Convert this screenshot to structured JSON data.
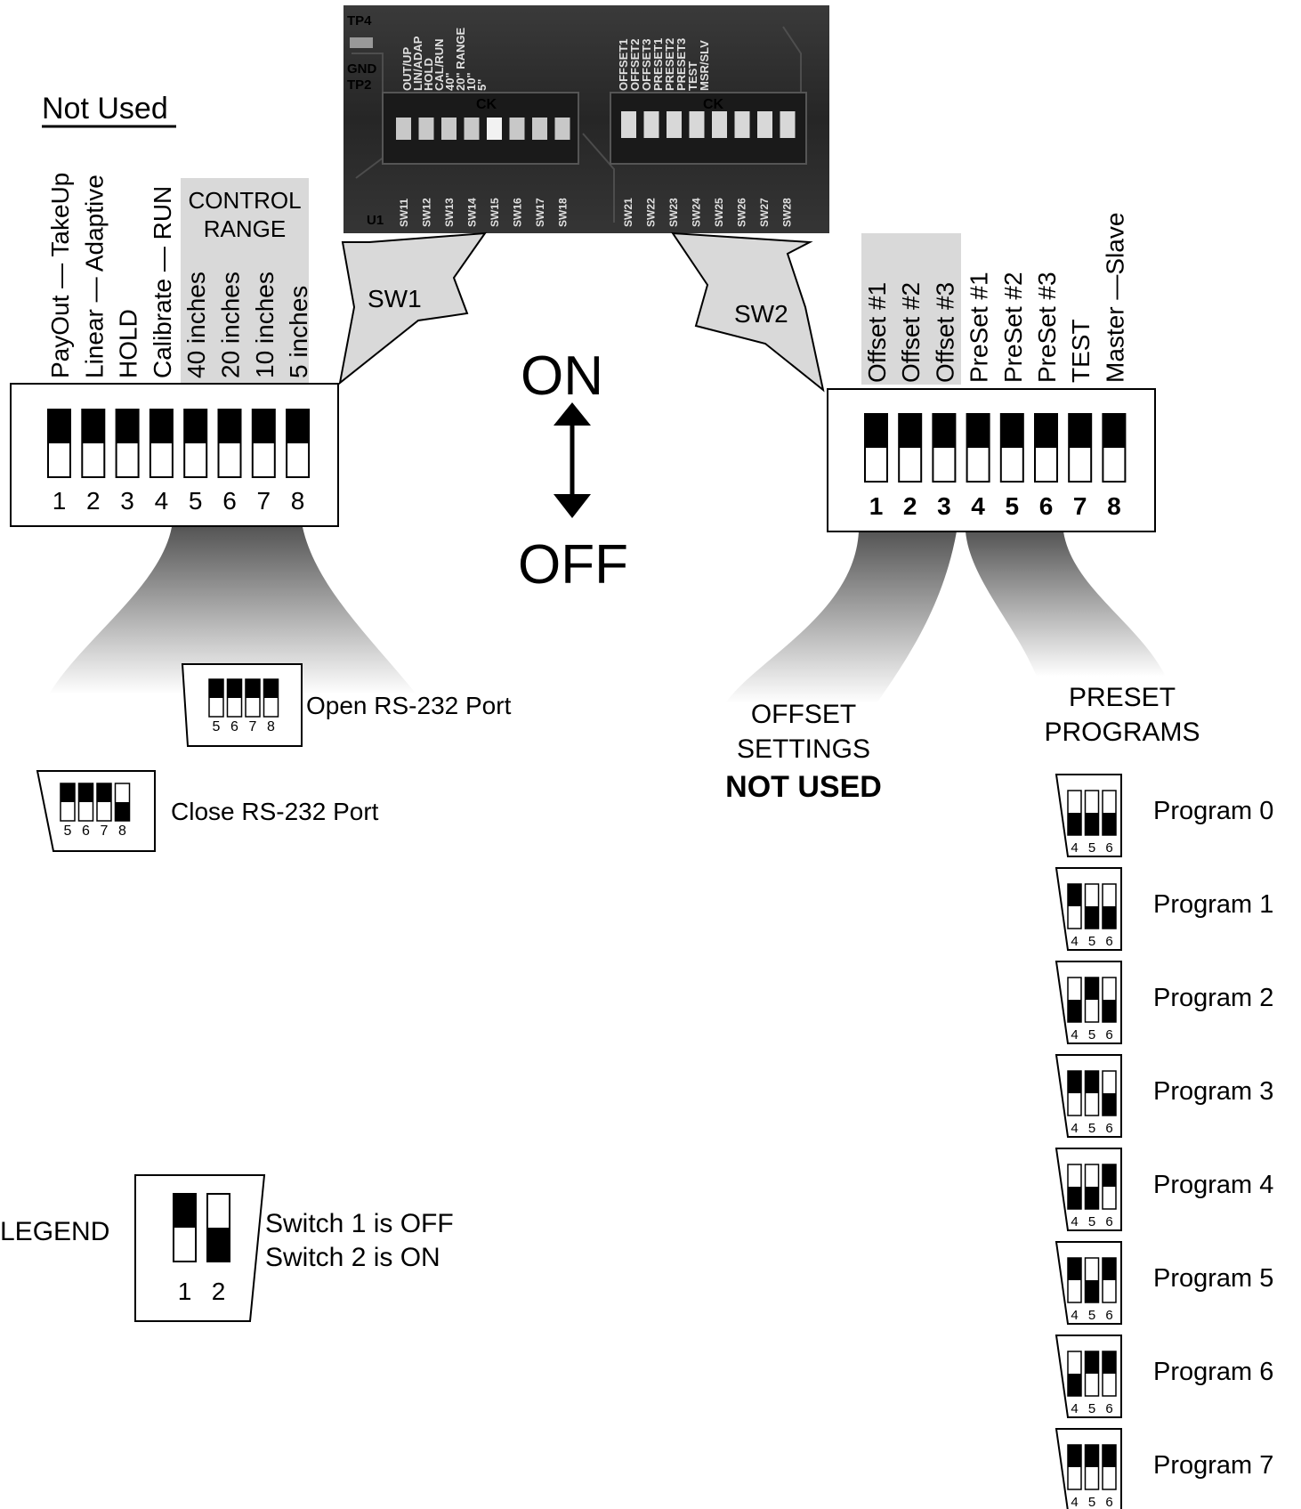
{
  "photo": {
    "pcb_labels": [
      "TP4",
      "GND",
      "TP2",
      "U1"
    ],
    "sw1_legend": [
      "OUT/UP",
      "LIN/ADAP",
      "HOLD",
      "CAL/RUN",
      "40\"",
      "20\" RANGE",
      "10\"",
      "5\""
    ],
    "sw2_legend": [
      "OFFSET1",
      "OFFSET2",
      "OFFSET3",
      "PRESET1",
      "PRESET2",
      "PRESET3",
      "TEST",
      "MSR/SLV"
    ],
    "sw1_silk": [
      "SW11",
      "SW12",
      "SW13",
      "SW14",
      "SW15",
      "SW16",
      "SW17",
      "SW18"
    ],
    "sw2_silk": [
      "SW21",
      "SW22",
      "SW23",
      "SW24",
      "SW25",
      "SW26",
      "SW27",
      "SW28"
    ],
    "brand": "CK"
  },
  "sw1": {
    "callout": "SW1",
    "header_not_used": "Not Used",
    "control_range_line1": "CONTROL",
    "control_range_line2": "RANGE",
    "labels": [
      "PayOut — TakeUp",
      "Linear — Adaptive",
      "HOLD",
      "Calibrate — RUN",
      "40 inches",
      "20 inches",
      "10 inches",
      "5 inches"
    ],
    "numbers": [
      "1",
      "2",
      "3",
      "4",
      "5",
      "6",
      "7",
      "8"
    ],
    "states": [
      "off",
      "off",
      "off",
      "off",
      "off",
      "off",
      "off",
      "off"
    ]
  },
  "sw2": {
    "callout": "SW2",
    "labels": [
      "Offset #1",
      "Offset #2",
      "Offset #3",
      "PreSet #1",
      "PreSet #2",
      "PreSet #3",
      "TEST",
      "Master —Slave"
    ],
    "numbers": [
      "1",
      "2",
      "3",
      "4",
      "5",
      "6",
      "7",
      "8"
    ],
    "states": [
      "off",
      "off",
      "off",
      "off",
      "off",
      "off",
      "off",
      "off"
    ]
  },
  "on_off": {
    "on": "ON",
    "off": "OFF"
  },
  "rs232": {
    "open": {
      "label": "Open RS-232 Port",
      "numbers": [
        "5",
        "6",
        "7",
        "8"
      ],
      "states": [
        "off",
        "off",
        "off",
        "off"
      ]
    },
    "close": {
      "label": "Close RS-232 Port",
      "numbers": [
        "5",
        "6",
        "7",
        "8"
      ],
      "states": [
        "off",
        "off",
        "off",
        "on"
      ]
    }
  },
  "offset_settings": {
    "line1": "OFFSET",
    "line2": "SETTINGS",
    "line3": "NOT USED"
  },
  "preset_programs": {
    "title_line1": "PRESET",
    "title_line2": "PROGRAMS",
    "numbers": [
      "4",
      "5",
      "6"
    ],
    "programs": [
      {
        "label": "Program 0",
        "states": [
          "on",
          "on",
          "on"
        ]
      },
      {
        "label": "Program 1",
        "states": [
          "off",
          "on",
          "on"
        ]
      },
      {
        "label": "Program 2",
        "states": [
          "on",
          "off",
          "on"
        ]
      },
      {
        "label": "Program 3",
        "states": [
          "off",
          "off",
          "on"
        ]
      },
      {
        "label": "Program 4",
        "states": [
          "on",
          "on",
          "off"
        ]
      },
      {
        "label": "Program 5",
        "states": [
          "off",
          "on",
          "off"
        ]
      },
      {
        "label": "Program 6",
        "states": [
          "on",
          "off",
          "off"
        ]
      },
      {
        "label": "Program 7",
        "states": [
          "off",
          "off",
          "off"
        ]
      }
    ]
  },
  "legend": {
    "title": "LEGEND",
    "line1": "Switch 1 is OFF",
    "line2": "Switch 2 is ON",
    "numbers": [
      "1",
      "2"
    ],
    "states": [
      "off",
      "on"
    ]
  },
  "colors": {
    "switch_fill": "#000000",
    "shade": "#d9d9d9",
    "photo_dark": "#2a2a2a"
  }
}
